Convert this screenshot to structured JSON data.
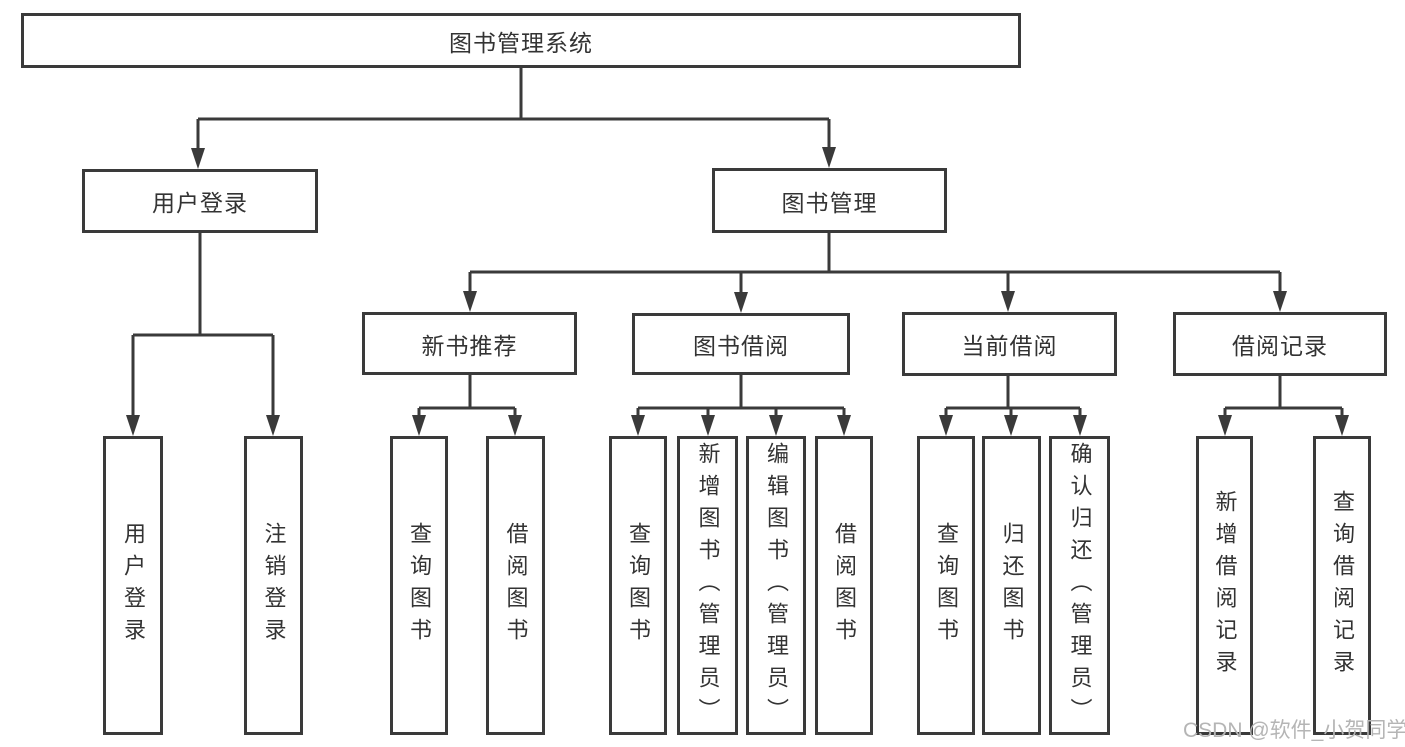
{
  "diagram": {
    "root": {
      "label": "图书管理系统"
    },
    "level2": [
      {
        "label": "用户登录"
      },
      {
        "label": "图书管理"
      }
    ],
    "level3": [
      {
        "label": "新书推荐"
      },
      {
        "label": "图书借阅"
      },
      {
        "label": "当前借阅"
      },
      {
        "label": "借阅记录"
      }
    ],
    "leaf_groups": [
      {
        "parent": "用户登录",
        "items": [
          "用户登录",
          "注销登录"
        ]
      },
      {
        "parent": "新书推荐",
        "items": [
          "查询图书",
          "借阅图书"
        ]
      },
      {
        "parent": "图书借阅",
        "items": [
          "查询图书",
          "新增图书（管理员）",
          "编辑图书（管理员）",
          "借阅图书"
        ]
      },
      {
        "parent": "当前借阅",
        "items": [
          "查询图书",
          "归还图书",
          "确认归还（管理员）"
        ]
      },
      {
        "parent": "借阅记录",
        "items": [
          "新增借阅记录",
          "查询借阅记录"
        ]
      }
    ],
    "watermark": "CSDN @软件_小贺同学",
    "colors": {
      "line": "#3a3a3a",
      "text": "#333333",
      "watermark": "#b5b5b5",
      "background": "#ffffff"
    }
  }
}
